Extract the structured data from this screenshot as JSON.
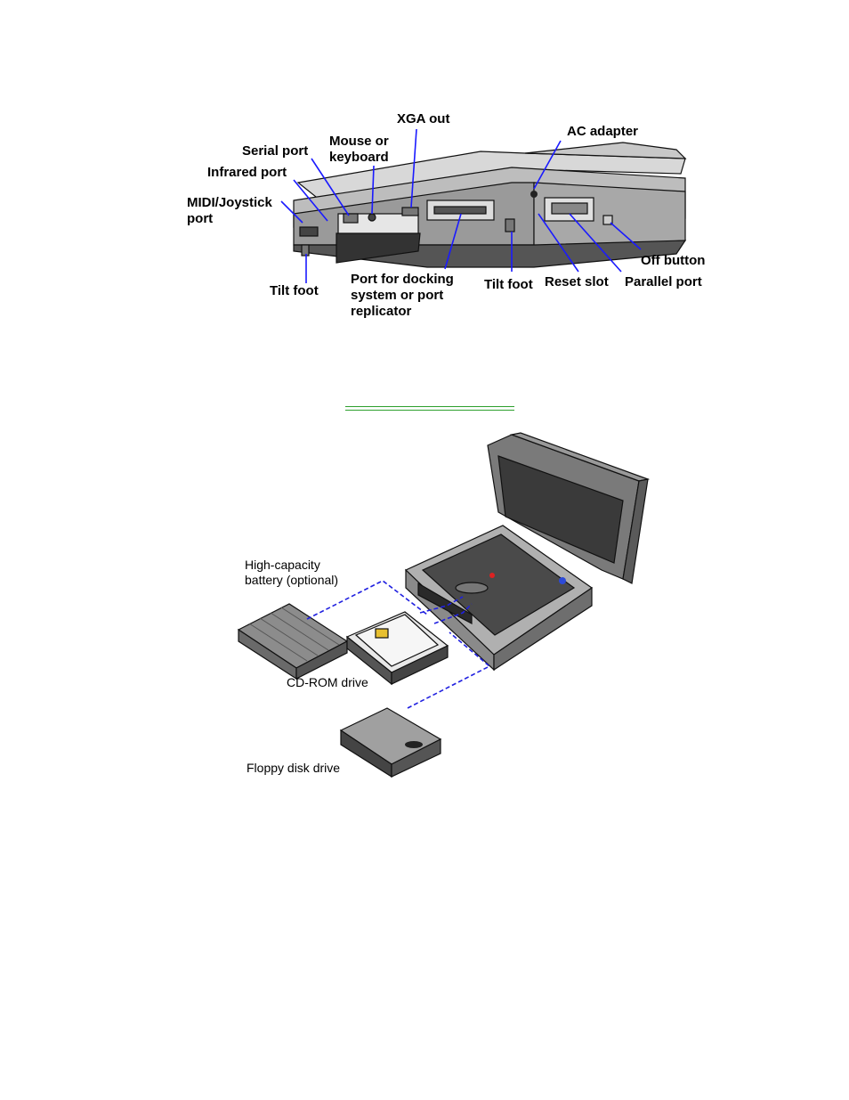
{
  "figure1": {
    "labels": {
      "xga_out": "XGA out",
      "ac_adapter": "AC adapter",
      "mouse_keyboard_1": "Mouse or",
      "mouse_keyboard_2": "keyboard",
      "serial_port": "Serial port",
      "infrared_port": "Infrared port",
      "midi_1": "MIDI/Joystick",
      "midi_2": "port",
      "tilt_foot_left": "Tilt foot",
      "docking_1": "Port for docking",
      "docking_2": "system or port",
      "docking_3": "replicator",
      "tilt_foot_right": "Tilt foot",
      "reset_slot": "Reset slot",
      "parallel_port": "Parallel port",
      "off_button": "Off button"
    }
  },
  "figure2": {
    "labels": {
      "battery_1": "High-capacity",
      "battery_2": "battery (optional)",
      "cdrom": "CD-ROM drive",
      "floppy": "Floppy disk drive"
    }
  },
  "colors": {
    "leader_line": "#1a1aff",
    "separator": "#2ea02e"
  }
}
